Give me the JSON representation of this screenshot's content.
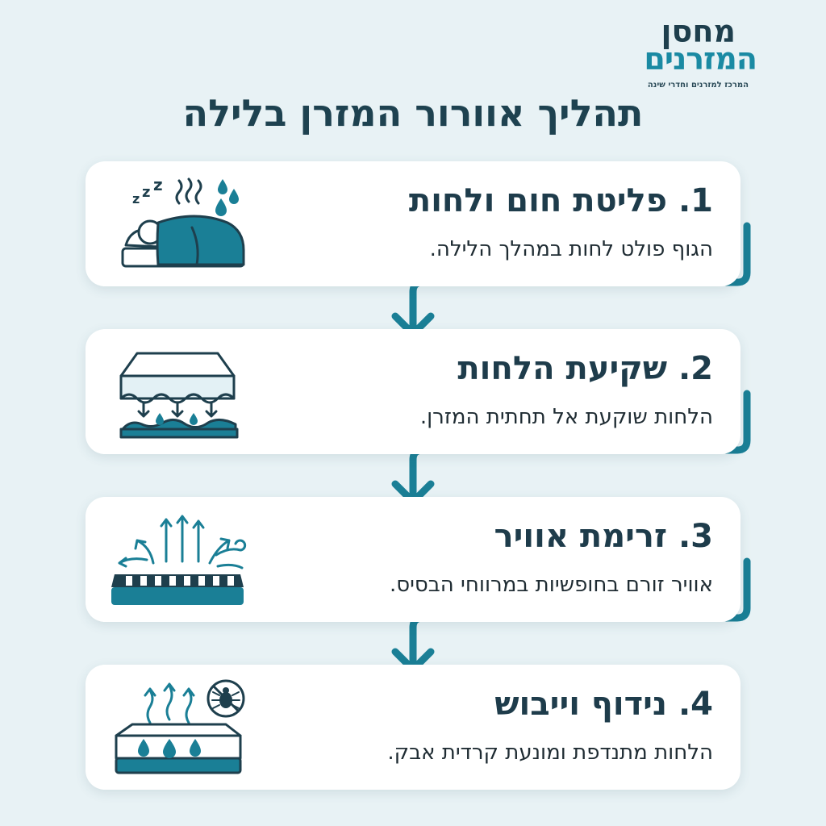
{
  "logo": {
    "line1": "מחסן",
    "line2": "המזרנים",
    "tagline": "המרכז למזרנים וחדרי שינה"
  },
  "page": {
    "title": "תהליך אוורור המזרן בלילה"
  },
  "steps": [
    {
      "title": "1. פליטת חום ולחות",
      "description": "הגוף פולט לחות במהלך הלילה.",
      "icon": "sleeping-person-icon"
    },
    {
      "title": "2. שקיעת הלחות",
      "description": "הלחות שוקעת אל תחתית המזרן.",
      "icon": "mattress-moisture-icon"
    },
    {
      "title": "3. זרימת אוויר",
      "description": "אוויר זורם בחופשיות במרווחי הבסיס.",
      "icon": "airflow-base-icon"
    },
    {
      "title": "4. נידוף וייבוש",
      "description": "הלחות מתנדפת ומונעת קרדית אבק.",
      "icon": "evaporation-mattress-icon"
    }
  ],
  "colors": {
    "background": "#e8f2f5",
    "accent": "#1a7f96",
    "dark": "#1e3f4d",
    "card": "#ffffff"
  }
}
